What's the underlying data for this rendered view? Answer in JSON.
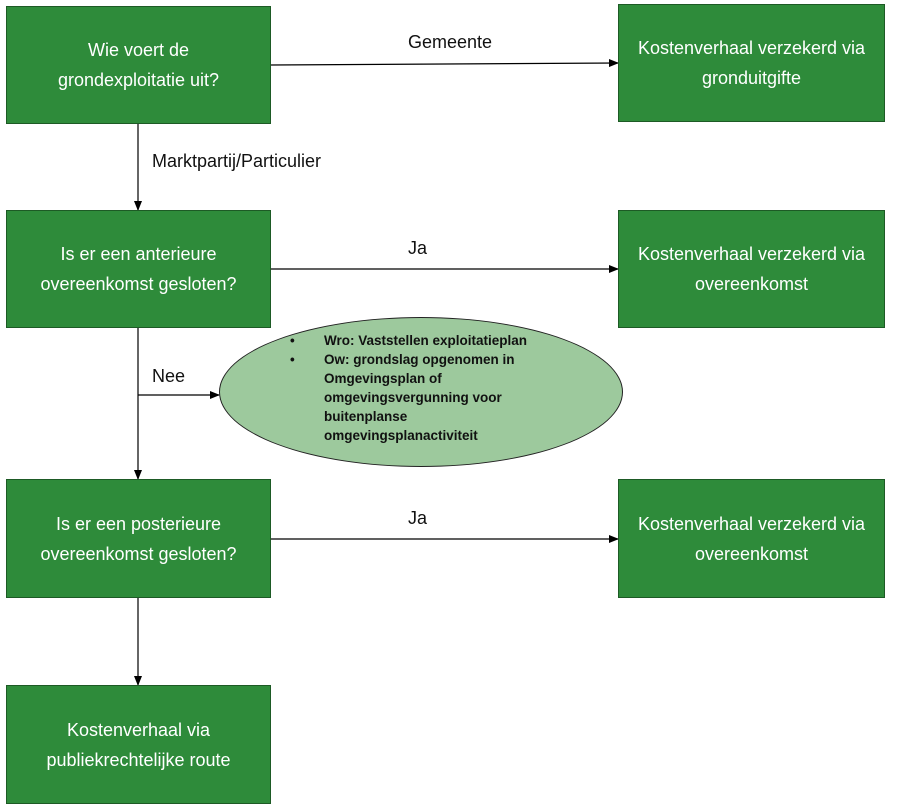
{
  "boxes": {
    "q1": "Wie voert de grondexploitatie uit?",
    "r1": "Kostenverhaal verzekerd via gronduitgifte",
    "q2": "Is er een anterieure overeenkomst gesloten?",
    "r2": "Kostenverhaal verzekerd via overeenkomst",
    "q3": "Is er een posterieure overeenkomst gesloten?",
    "r3": "Kostenverhaal verzekerd via overeenkomst",
    "end": "Kostenverhaal via publiekrechtelijke route"
  },
  "edge_labels": {
    "gemeente": "Gemeente",
    "marktpartij": "Marktpartij/Particulier",
    "ja1": "Ja",
    "nee": "Nee",
    "ja2": "Ja"
  },
  "ellipse": {
    "bullet_symbol": "•",
    "items": [
      "Wro: Vaststellen exploitatieplan",
      "Ow: grondslag opgenomen in Omgevingsplan of omgevingsvergunning voor buitenplanse omgevingsplanactiviteit"
    ]
  },
  "colors": {
    "box_fill": "#2e8b3a",
    "box_border": "#1d5a25",
    "ellipse_fill": "#9dc99d",
    "line": "#000000"
  }
}
